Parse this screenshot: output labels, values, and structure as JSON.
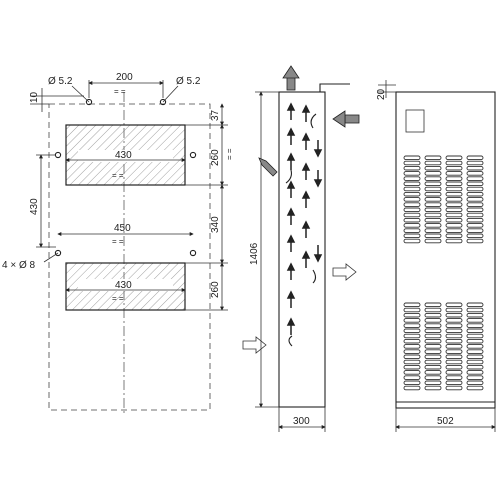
{
  "colors": {
    "line": "#222222",
    "arrow_gray": "#888888",
    "background": "#ffffff"
  },
  "view_left": {
    "hole_small_left": "Ø 5.2",
    "hole_small_right": "Ø 5.2",
    "hole_spacing": "200",
    "top_offset": "10",
    "cutout_width_upper": "430",
    "cutout_width_lower": "430",
    "hole_span_vertical": "430",
    "hole_span_horizontal": "450",
    "holes_large": "4 × Ø 8",
    "dim_37": "37",
    "dim_260_upper": "260",
    "dim_340": "340",
    "dim_260_lower": "260",
    "equal_mark": "= ="
  },
  "view_middle": {
    "height": "1406",
    "depth": "300",
    "icons": [
      "air-arrow-up-icon",
      "air-arrow-in-icon",
      "air-arrow-out-icon"
    ]
  },
  "view_right": {
    "top_offset": "20",
    "width": "502"
  }
}
